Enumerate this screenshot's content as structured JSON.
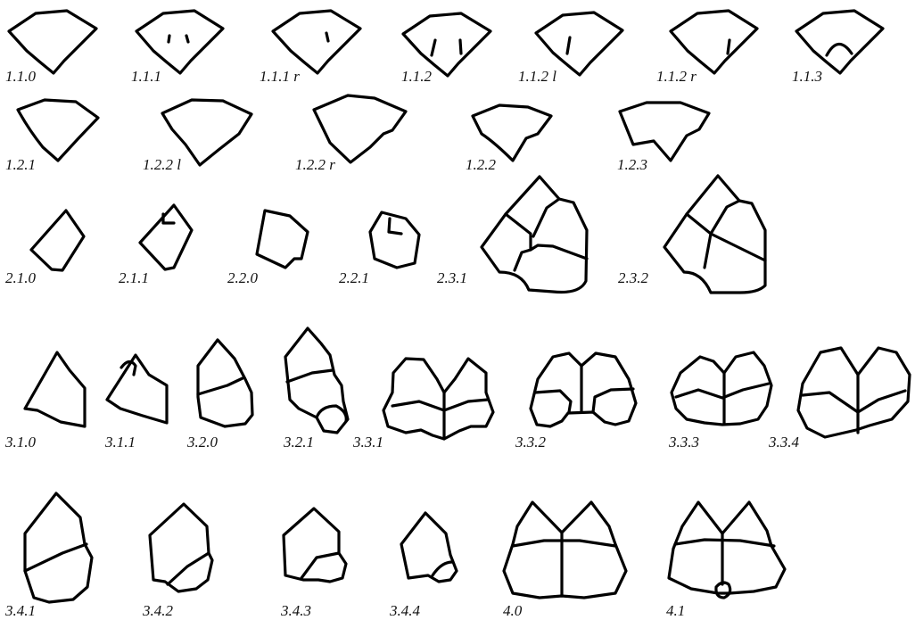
{
  "figures": [
    {
      "id": "f-1-1-0",
      "label": "1.1.0"
    },
    {
      "id": "f-1-1-1",
      "label": "1.1.1"
    },
    {
      "id": "f-1-1-1r",
      "label": "1.1.1 r"
    },
    {
      "id": "f-1-1-2",
      "label": "1.1.2"
    },
    {
      "id": "f-1-1-2l",
      "label": "1.1.2 l"
    },
    {
      "id": "f-1-1-2r",
      "label": "1.1.2 r"
    },
    {
      "id": "f-1-1-3",
      "label": "1.1.3"
    },
    {
      "id": "f-1-2-1",
      "label": "1.2.1"
    },
    {
      "id": "f-1-2-2l",
      "label": "1.2.2 l"
    },
    {
      "id": "f-1-2-2r",
      "label": "1.2.2 r"
    },
    {
      "id": "f-1-2-2",
      "label": "1.2.2"
    },
    {
      "id": "f-1-2-3",
      "label": "1.2.3"
    },
    {
      "id": "f-2-1-0",
      "label": "2.1.0"
    },
    {
      "id": "f-2-1-1",
      "label": "2.1.1"
    },
    {
      "id": "f-2-2-0",
      "label": "2.2.0"
    },
    {
      "id": "f-2-2-1",
      "label": "2.2.1"
    },
    {
      "id": "f-2-3-1",
      "label": "2.3.1"
    },
    {
      "id": "f-2-3-2",
      "label": "2.3.2"
    },
    {
      "id": "f-3-1-0",
      "label": "3.1.0"
    },
    {
      "id": "f-3-1-1",
      "label": "3.1.1"
    },
    {
      "id": "f-3-2-0",
      "label": "3.2.0"
    },
    {
      "id": "f-3-2-1",
      "label": "3.2.1"
    },
    {
      "id": "f-3-3-1",
      "label": "3.3.1"
    },
    {
      "id": "f-3-3-2",
      "label": "3.3.2"
    },
    {
      "id": "f-3-3-3",
      "label": "3.3.3"
    },
    {
      "id": "f-3-3-4",
      "label": "3.3.4"
    },
    {
      "id": "f-3-4-1",
      "label": "3.4.1"
    },
    {
      "id": "f-3-4-2",
      "label": "3.4.2"
    },
    {
      "id": "f-3-4-3",
      "label": "3.4.3"
    },
    {
      "id": "f-3-4-4",
      "label": "3.4.4"
    },
    {
      "id": "f-4-0",
      "label": "4.0"
    },
    {
      "id": "f-4-1",
      "label": "4.1"
    }
  ]
}
